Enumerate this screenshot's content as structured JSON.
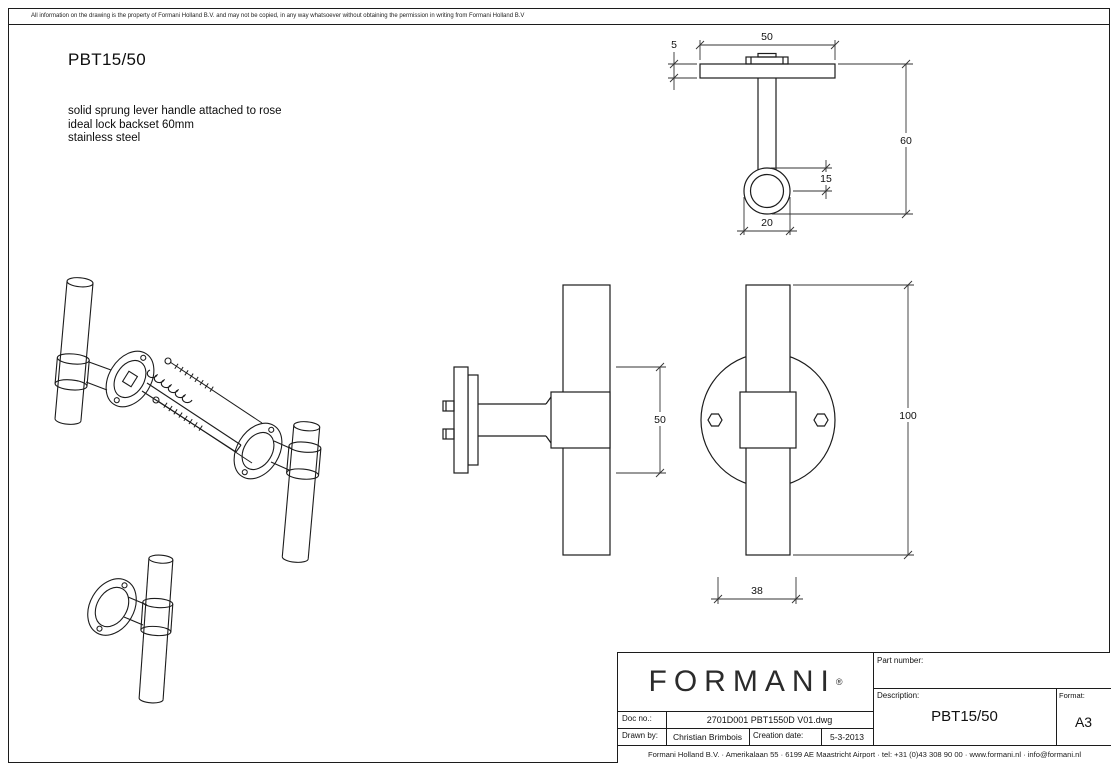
{
  "page": {
    "disclaimer": "All information on the drawing is the property of Formani Holland B.V. and may not be copied, in any way whatsoever without obtaining the permission in writing from Formani Holland B.V",
    "title": "PBT15/50",
    "description_lines": [
      "solid sprung lever handle attached to rose",
      "ideal lock backset 60mm",
      "stainless steel"
    ]
  },
  "dimensions": {
    "top_view": {
      "bar_length": "50",
      "bar_thickness": "5",
      "projection": "60",
      "tube_diameter": "15",
      "neck_diameter": "20"
    },
    "side_view": {
      "rose_diameter": "50"
    },
    "front_view": {
      "handle_height": "100",
      "base_width": "38"
    }
  },
  "title_block": {
    "logo_text": "FORMANI",
    "registered_mark": "®",
    "doc_no_label": "Doc no.:",
    "doc_no_value": "2701D001 PBT1550D V01.dwg",
    "drawn_by_label": "Drawn by:",
    "drawn_by_value": "Christian Brimbois",
    "creation_date_label": "Creation date:",
    "creation_date_value": "5-3-2013",
    "part_number_label": "Part number:",
    "description_label": "Description:",
    "description_value": "PBT15/50",
    "format_label": "Format:",
    "format_value": "A3",
    "address_line": "Formani Holland B.V. · Amerikalaan 55 · 6199 AE Maastricht Airport · tel: +31 (0)43 308 90 00 · www.formani.nl · info@formani.nl"
  }
}
